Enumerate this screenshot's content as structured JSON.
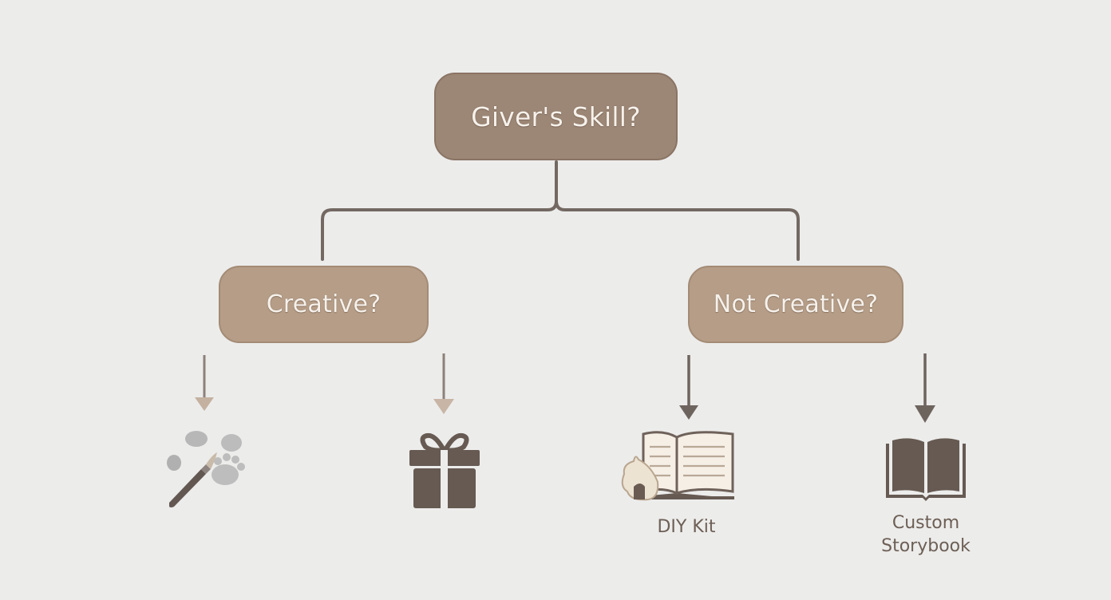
{
  "diagram": {
    "root": {
      "label": "Giver's Skill?"
    },
    "branches": [
      {
        "label": "Creative?"
      },
      {
        "label": "Not Creative?"
      }
    ],
    "leaves": [
      {
        "icon": "paintbrush-pawprints-icon",
        "caption": ""
      },
      {
        "icon": "gift-box-icon",
        "caption": ""
      },
      {
        "icon": "diy-kit-book-icon",
        "caption": "DIY Kit"
      },
      {
        "icon": "storybook-icon",
        "caption": "Custom\nStorybook"
      }
    ]
  },
  "colors": {
    "background": "#ececeb",
    "root_fill": "#9c8675",
    "branch_fill": "#b59d87",
    "connector": "#736962",
    "icon_dark": "#665a52",
    "text_light": "#f6f1eb"
  }
}
